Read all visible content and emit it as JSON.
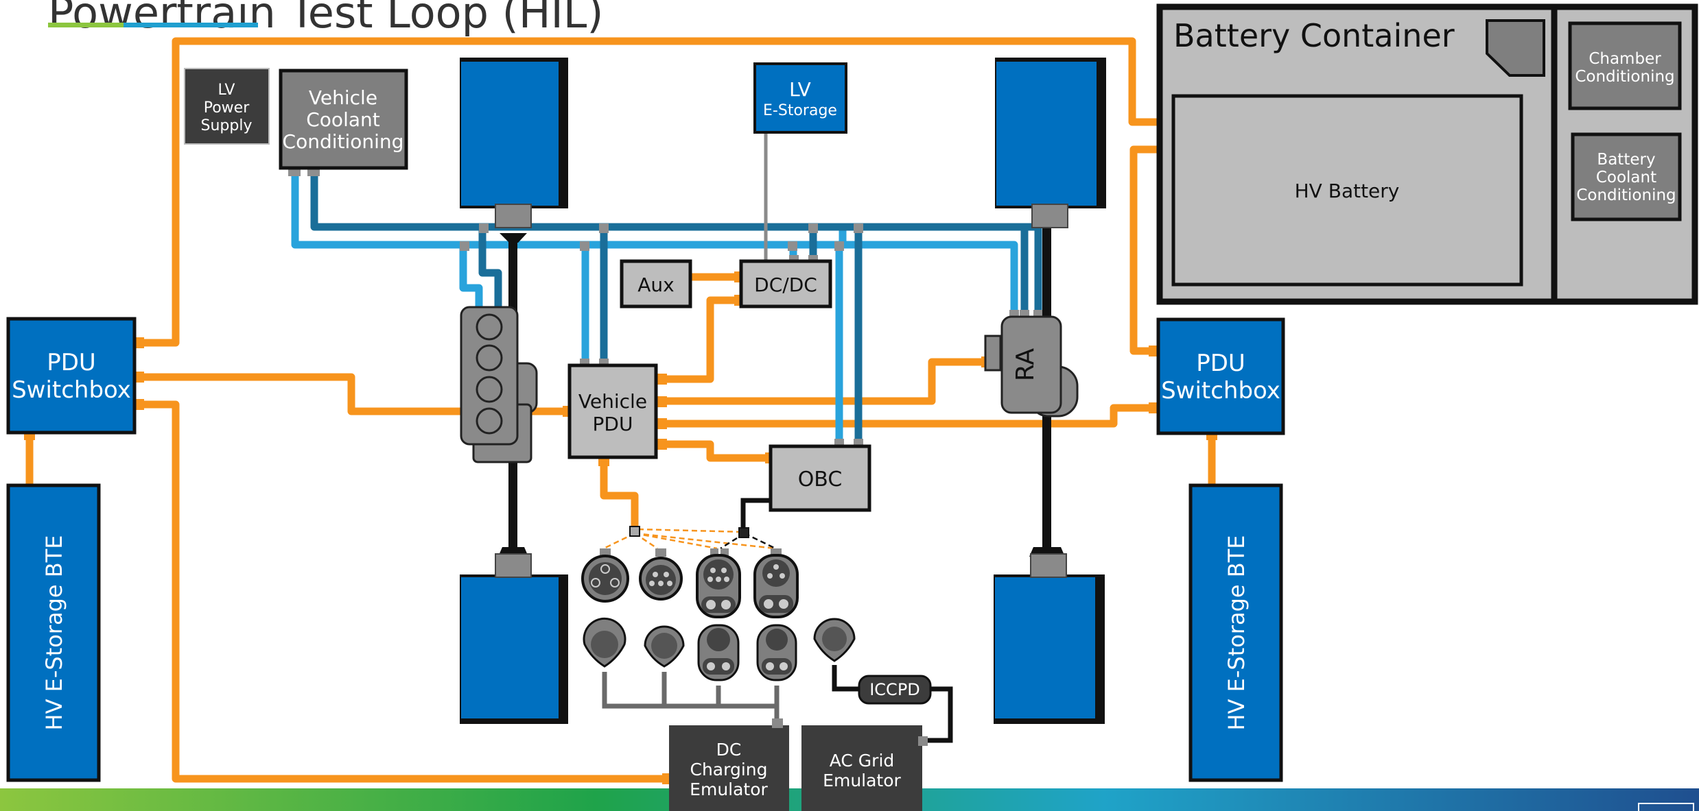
{
  "title": "Powertrain Test Loop (HIL)",
  "colors": {
    "hv_orange": "#f7941d",
    "coolant_light": "#29a3dc",
    "coolant_dark": "#1a6e99",
    "blue": "#0070c0",
    "grey_box": "#bdbdbd",
    "dark_box": "#3c3c3c",
    "mid_box": "#7f7f7f"
  },
  "labels": {
    "lv_power_supply": [
      "LV",
      "Power",
      "Supply"
    ],
    "vehicle_coolant_conditioning": [
      "Vehicle",
      "Coolant",
      "Conditioning"
    ],
    "lv_estorage": [
      "LV",
      "E-Storage"
    ],
    "aux": "Aux",
    "dcdc": "DC/DC",
    "vehicle_pdu": [
      "Vehicle",
      "PDU"
    ],
    "obc": "OBC",
    "ra": "RA",
    "pdu_switchbox_left": [
      "PDU",
      "Switchbox"
    ],
    "pdu_switchbox_right": [
      "PDU",
      "Switchbox"
    ],
    "hv_estorage_bte_left": "HV E-Storage BTE",
    "hv_estorage_bte_right": "HV E-Storage BTE",
    "battery_container": "Battery Container",
    "hv_battery": "HV Battery",
    "chamber_conditioning": [
      "Chamber",
      "Conditioning"
    ],
    "battery_coolant_conditioning": [
      "Battery",
      "Coolant",
      "Conditioning"
    ],
    "iccpd": "ICCPD",
    "dc_charging_emulator": [
      "DC",
      "Charging",
      "Emulator"
    ],
    "ac_grid_emulator": [
      "AC Grid",
      "Emulator"
    ]
  }
}
